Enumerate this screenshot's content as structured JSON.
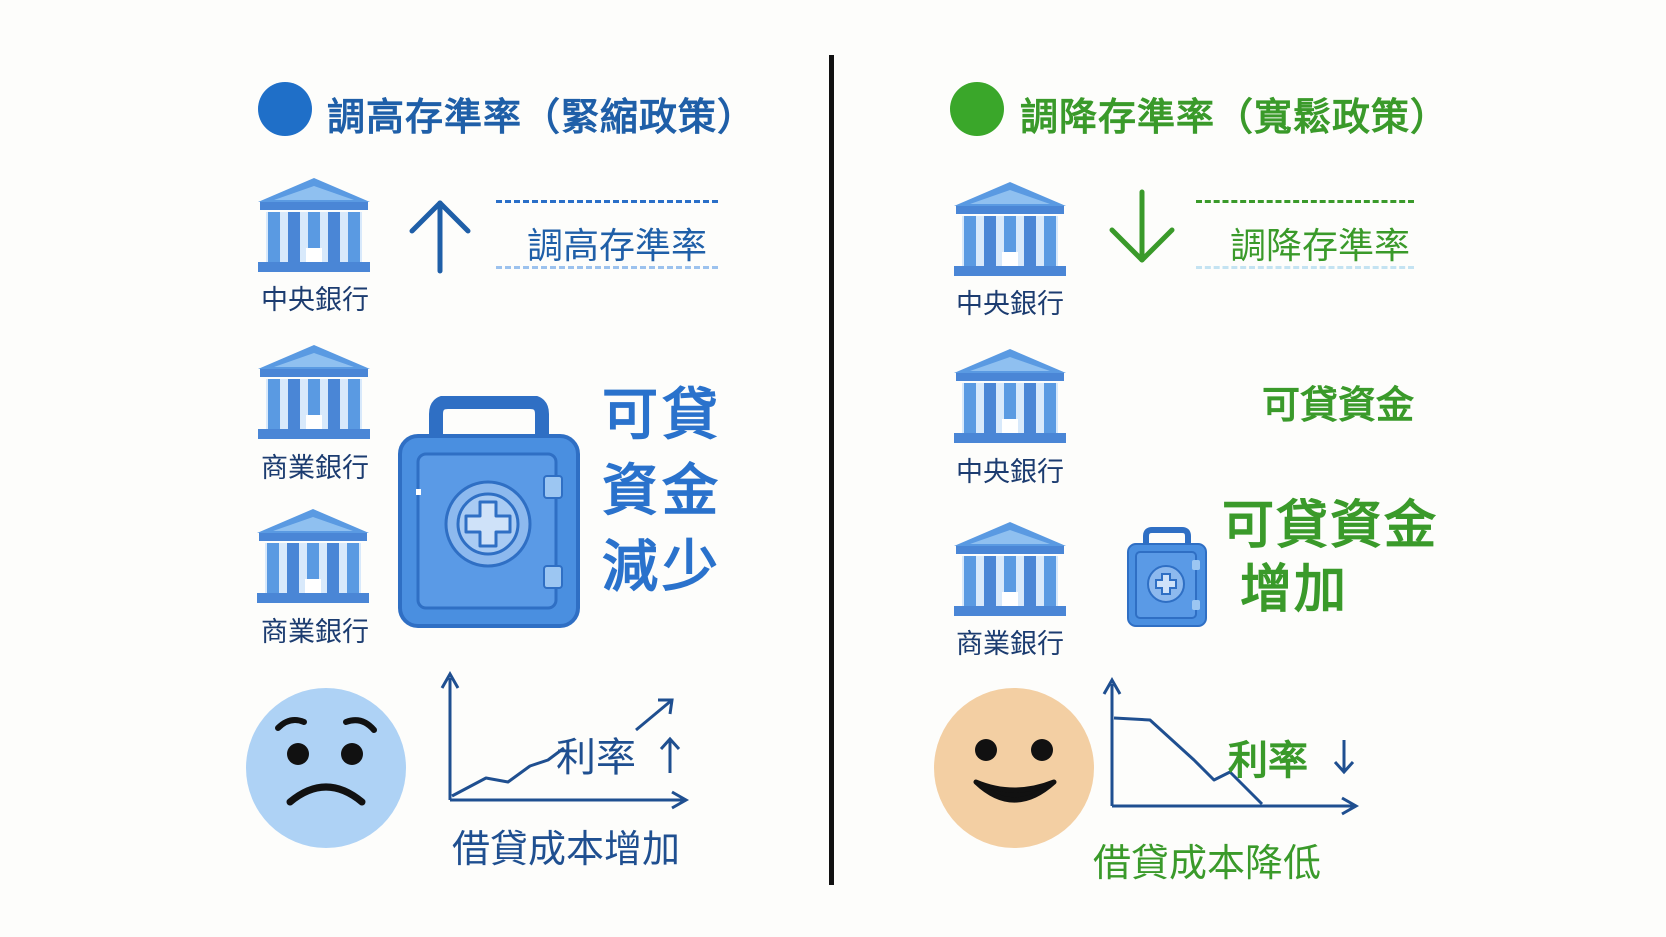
{
  "left": {
    "heading": "調高存準率（緊縮政策）",
    "dot_color": "#1f6fc8",
    "central_bank_label": "中央銀行",
    "action_label": "調高存準率",
    "bank1_label": "商業銀行",
    "bank2_label": "商業銀行",
    "funds_line1": "可貸",
    "funds_line2": "資金",
    "funds_line3": "減少",
    "rate_label": "利率",
    "cost_label": "借貸成本增加",
    "accent": "#1f5fa8"
  },
  "right": {
    "heading": "調降存準率（寬鬆政策）",
    "dot_color": "#3aa72a",
    "central_bank_label": "中央銀行",
    "action_label": "調降存準率",
    "funds_small_label": "可貸資金",
    "bank1_label": "中央銀行",
    "bank2_label": "商業銀行",
    "funds_line1": "可貸資金",
    "funds_line2": "增加",
    "rate_label": "利率",
    "cost_label": "借貸成本降低",
    "accent": "#3a9a2a"
  },
  "icons": [
    "arrow-up-icon",
    "arrow-down-icon",
    "bank-building-icon",
    "safe-icon",
    "sad-face-icon",
    "happy-face-icon",
    "line-chart-icon"
  ]
}
